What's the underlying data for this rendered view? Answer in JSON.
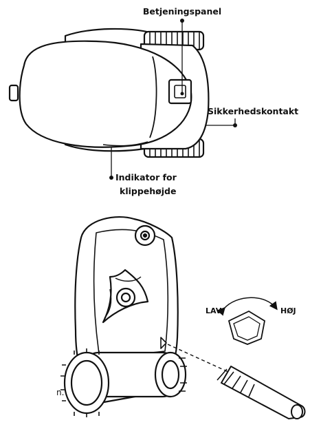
{
  "top_view": {
    "labels": {
      "control_panel": "Betjeningspanel",
      "safety_contact": "Sikkerhedskontakt",
      "height_indicator_line1": "Indikator for",
      "height_indicator_line2": "klippehøjde"
    }
  },
  "adjustment_view": {
    "low_label": "LAV",
    "high_label": "HØJ"
  },
  "edge_text": "n."
}
